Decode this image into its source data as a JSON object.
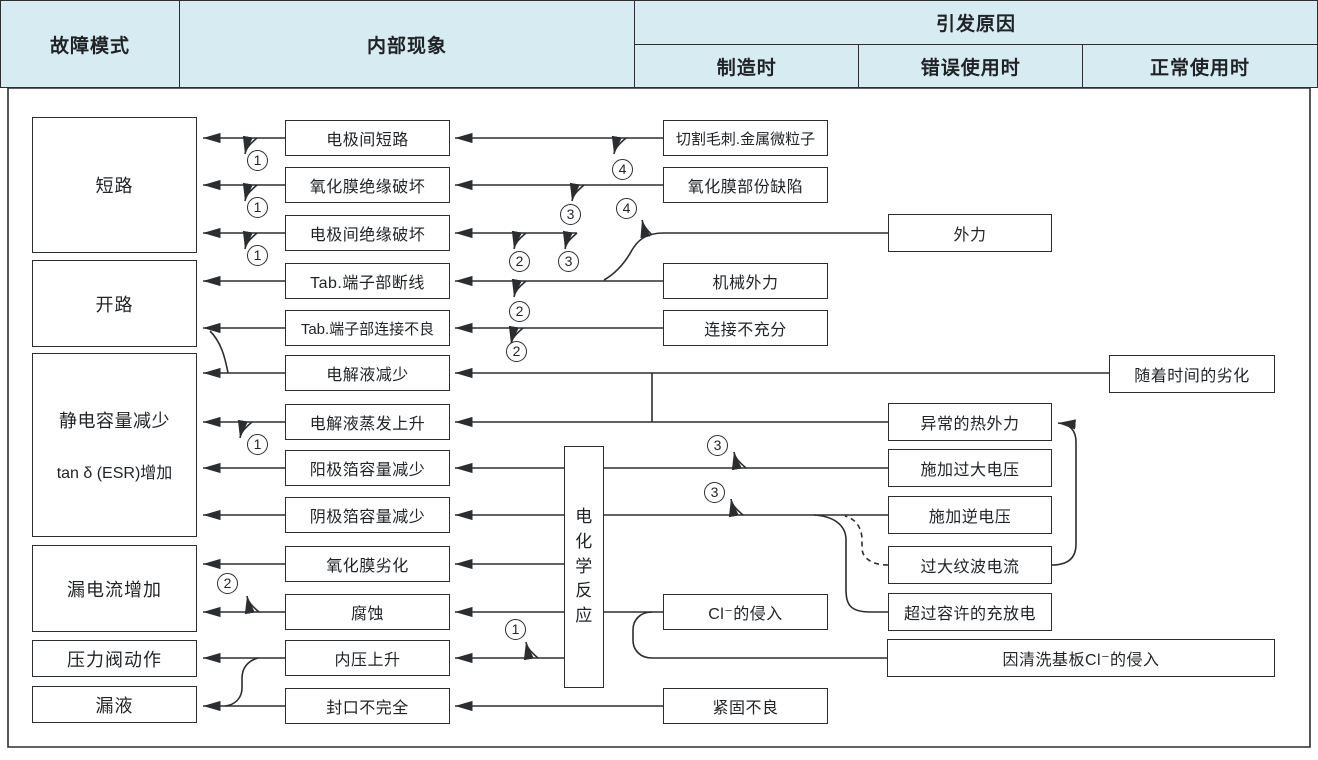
{
  "header": {
    "failure_mode": "故障模式",
    "internal": "内部现象",
    "cause": "引发原因",
    "manufacturing": "制造时",
    "misuse": "错误使用时",
    "normal_use": "正常使用时"
  },
  "failure_modes": [
    "短路",
    "开路",
    "静电容量减少",
    "漏电流增加",
    "压力阀动作",
    "漏液"
  ],
  "capacitance_second_line": "tan δ (ESR)增加",
  "internal_phenomena": [
    "电极间短路",
    "氧化膜绝缘破坏",
    "电极间绝缘破坏",
    "Tab.端子部断线",
    "Tab.端子部连接不良",
    "电解液减少",
    "电解液蒸发上升",
    "阳极箔容量减少",
    "阴极箔容量减少",
    "氧化膜劣化",
    "腐蚀",
    "内压上升",
    "封口不完全"
  ],
  "manufacturing_causes": [
    "切割毛刺.金属微粒子",
    "氧化膜部份缺陷",
    "机械外力",
    "连接不充分",
    "Cl⁻的侵入",
    "紧固不良"
  ],
  "misuse_causes": [
    "外力",
    "异常的热外力",
    "施加过大电压",
    "施加逆电压",
    "过大纹波电流",
    "超过容许的充放电"
  ],
  "normal_causes": [
    "随着时间的劣化",
    "因清洗基板Cl⁻的侵入"
  ],
  "electrochemical_reaction": "电化学反应",
  "refs": {
    "r1": "1",
    "r2": "2",
    "r3": "3",
    "r4": "4"
  },
  "colors": {
    "header_bg": "#d7ebf3",
    "line": "#2b2e31",
    "background": "#ffffff"
  }
}
